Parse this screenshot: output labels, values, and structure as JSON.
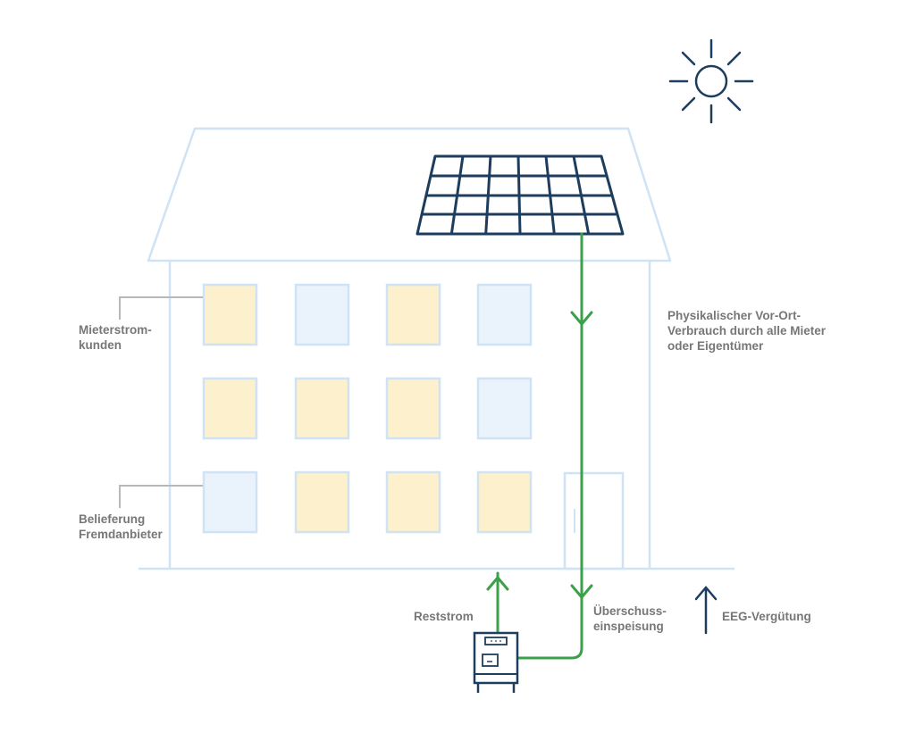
{
  "labels": {
    "tenant_customers": [
      "Mieterstrom-",
      "kunden"
    ],
    "third_party_supply": [
      "Belieferung",
      "Fremdanbieter"
    ],
    "physical_consumption": [
      "Physikalischer Vor-Ort-",
      "Verbrauch durch alle Mieter",
      "oder Eigentümer"
    ],
    "residual_power": "Reststrom",
    "surplus_feed_in": [
      "Überschuss-",
      "einspeisung"
    ],
    "eeg_remuneration": "EEG-Vergütung"
  },
  "windows": {
    "rows": [
      [
        "mieterstrom",
        "fremdanbieter",
        "mieterstrom",
        "fremdanbieter"
      ],
      [
        "mieterstrom",
        "mieterstrom",
        "mieterstrom",
        "fremdanbieter"
      ],
      [
        "fremdanbieter",
        "mieterstrom",
        "mieterstrom",
        "mieterstrom"
      ]
    ]
  },
  "colors": {
    "building_outline": "#cfe3f5",
    "mieterstrom_window": "#fdf0cc",
    "fremdanbieter_window": "#eaf3fc",
    "solar_panel": "#1d3d5f",
    "sun": "#1d3d5f",
    "power_line": "#3aa14a",
    "label_text": "#777777",
    "connector": "#b8b8b8"
  }
}
